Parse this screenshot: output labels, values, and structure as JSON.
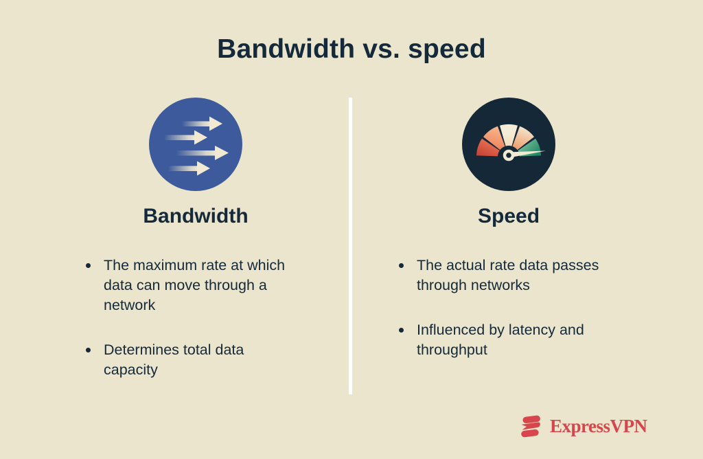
{
  "title": "Bandwidth vs. speed",
  "columns": [
    {
      "icon": "fast-arrows-icon",
      "heading": "Bandwidth",
      "bullets": [
        "The maximum rate at which\ndata can move through a\nnetwork",
        "Determines total data\ncapacity"
      ]
    },
    {
      "icon": "speedometer-icon",
      "heading": "Speed",
      "bullets": [
        "The actual rate data passes\nthrough networks",
        "Influenced by latency and\nthroughput"
      ]
    }
  ],
  "brand": {
    "name": "ExpressVPN",
    "logo_icon": "expressvpn-flash-icon"
  },
  "colors": {
    "background": "#ece5cd",
    "text": "#14293a",
    "divider": "#ffffff",
    "bandwidth_circle_blue": "#3d5b9c",
    "speed_circle_navy": "#152837",
    "cream": "#f2e9d2",
    "brand_red": "#d8454d",
    "gauge_red": "#d94a3a",
    "gauge_orange": "#ee8a60",
    "gauge_cream": "#f2e9d2",
    "gauge_green": "#23906c"
  }
}
